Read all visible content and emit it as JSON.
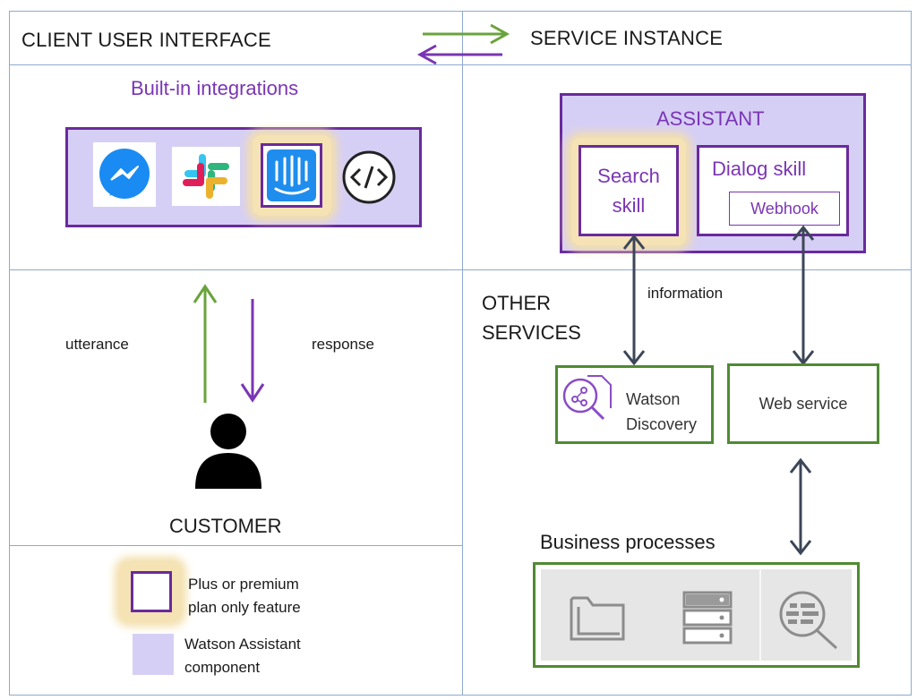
{
  "headers": {
    "client_ui": "CLIENT USER INTERFACE",
    "service_instance": "SERVICE INSTANCE",
    "other_services": "OTHER\nSERVICES",
    "customer": "CUSTOMER"
  },
  "integrations": {
    "title": "Built-in integrations",
    "icons": [
      "messenger-icon",
      "slack-icon",
      "intercom-icon",
      "code-embed-icon"
    ]
  },
  "assistant": {
    "title": "ASSISTANT",
    "search_skill": "Search\nskill",
    "dialog_skill": "Dialog skill",
    "webhook": "Webhook"
  },
  "flow_labels": {
    "utterance": "utterance",
    "response": "response",
    "information": "information"
  },
  "services": {
    "watson_discovery": "Watson\nDiscovery",
    "web_service": "Web service",
    "business_processes": "Business processes",
    "business_icons": [
      "folder-icon",
      "server-icon",
      "document-search-icon"
    ]
  },
  "legend": {
    "plus_feature": "Plus or premium\nplan only feature",
    "assistant_component": "Watson Assistant\ncomponent"
  },
  "colors": {
    "purple": "#6a2a9c",
    "light_purple": "#d6cff5",
    "green": "#4f8a32",
    "highlight": "#f5e3b5",
    "arrow_dark": "#3c4658"
  }
}
